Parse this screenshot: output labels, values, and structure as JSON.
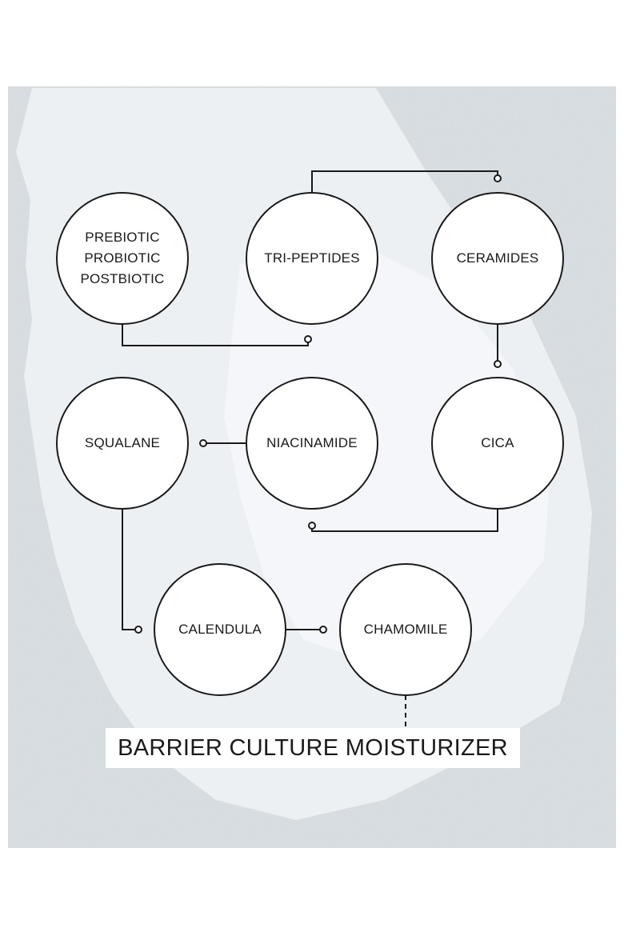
{
  "colors": {
    "page_background": "#ffffff",
    "texture_background": "#dde2e6",
    "cream_swatch": "#eef2f5",
    "line": "#1a1a1a",
    "node_fill": "#ffffff"
  },
  "diagram": {
    "nodes": [
      {
        "id": "prebiotic",
        "lines": [
          "PREBIOTIC",
          "PROBIOTIC",
          "POSTBIOTIC"
        ]
      },
      {
        "id": "tri-peptides",
        "lines": [
          "TRI-PEPTIDES"
        ]
      },
      {
        "id": "ceramides",
        "lines": [
          "CERAMIDES"
        ]
      },
      {
        "id": "squalane",
        "lines": [
          "SQUALANE"
        ]
      },
      {
        "id": "niacinamide",
        "lines": [
          "NIACINAMIDE"
        ]
      },
      {
        "id": "cica",
        "lines": [
          "CICA"
        ]
      },
      {
        "id": "calendula",
        "lines": [
          "CALENDULA"
        ]
      },
      {
        "id": "chamomile",
        "lines": [
          "CHAMOMILE"
        ]
      }
    ],
    "connections": [
      {
        "from": "prebiotic",
        "to": "tri-peptides"
      },
      {
        "from": "tri-peptides",
        "to": "ceramides"
      },
      {
        "from": "ceramides",
        "to": "cica"
      },
      {
        "from": "cica",
        "to": "niacinamide"
      },
      {
        "from": "niacinamide",
        "to": "squalane"
      },
      {
        "from": "squalane",
        "to": "calendula"
      },
      {
        "from": "calendula",
        "to": "chamomile"
      },
      {
        "from": "chamomile",
        "to": "product-title",
        "style": "dashed"
      }
    ]
  },
  "product": {
    "title": "BARRIER CULTURE MOISTURIZER"
  }
}
